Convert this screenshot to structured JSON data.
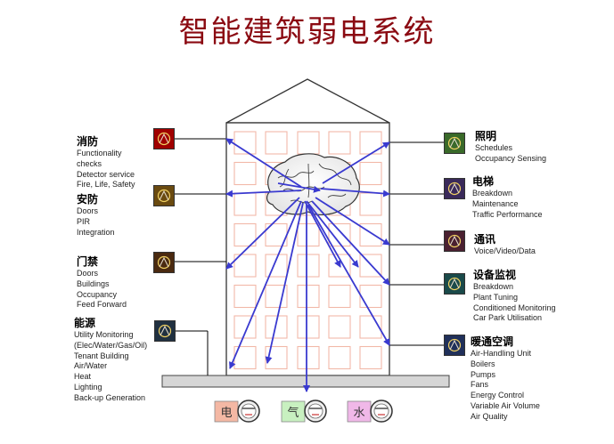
{
  "title": "智能建筑弱电系统",
  "left_sections": [
    {
      "heading": "消防",
      "items": [
        "Functionality",
        "checks",
        "Detector service",
        "Fire, Life, Safety"
      ],
      "icon": "fire-alarm-icon"
    },
    {
      "heading": "安防",
      "items": [
        "Doors",
        "PIR",
        "Integration"
      ],
      "icon": "security-guard-icon"
    },
    {
      "heading": "门禁",
      "items": [
        "Doors",
        "Buildings",
        "Occupancy",
        "Feed Forward"
      ],
      "icon": "access-control-icon"
    },
    {
      "heading": "能源",
      "items": [
        "Utility Monitoring",
        "(Elec/Water/Gas/Oil)",
        "Tenant Building",
        "Air/Water",
        "Heat",
        "Lighting",
        "Back-up Generation"
      ],
      "icon": "energy-icon"
    }
  ],
  "right_sections": [
    {
      "heading": "照明",
      "items": [
        "Schedules",
        "Occupancy Sensing"
      ],
      "icon": "lighting-icon"
    },
    {
      "heading": "电梯",
      "items": [
        "Breakdown",
        "Maintenance",
        "Traffic Performance"
      ],
      "icon": "elevator-icon"
    },
    {
      "heading": "通讯",
      "items": [
        "Voice/Video/Data"
      ],
      "icon": "communication-icon"
    },
    {
      "heading": "设备监视",
      "items": [
        "Breakdown",
        "Plant Tuning",
        "Conditioned Monitoring",
        "Car Park Utilisation"
      ],
      "icon": "equipment-monitor-icon"
    },
    {
      "heading": "暖通空调",
      "items": [
        "Air-Handling Unit",
        "Boilers",
        "Pumps",
        "Fans",
        "Energy Control",
        "Variable Air Volume",
        "Air Quality"
      ],
      "icon": "hvac-icon"
    }
  ],
  "meters": [
    {
      "label": "电",
      "color": "#f4b8a4"
    },
    {
      "label": "气",
      "color": "#c8f0c0"
    },
    {
      "label": "水",
      "color": "#f0b8e8"
    }
  ],
  "colors": {
    "title": "#8b0a12",
    "arrow": "#3a3ad0",
    "window": "#f2b8a8"
  }
}
